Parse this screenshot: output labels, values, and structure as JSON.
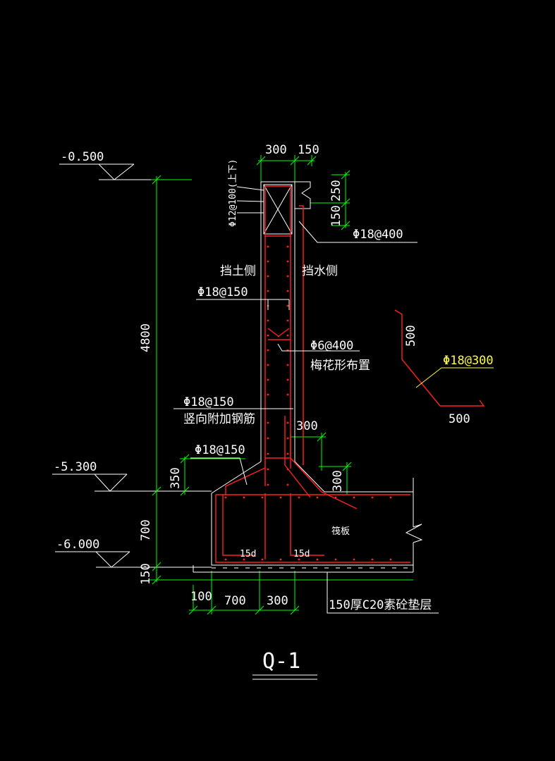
{
  "drawing": {
    "title": "Q-1",
    "colors": {
      "background": "#000000",
      "outline": "#ffffff",
      "dimension": "#00ff00",
      "rebar": "#ff2020",
      "highlight": "#ffff33"
    },
    "elevations": [
      "-0.500",
      "-5.300",
      "-6.000"
    ],
    "dimensions": {
      "top_width_1": "300",
      "top_width_2": "150",
      "notch_250": "250",
      "notch_150": "150",
      "height_total": "4800",
      "haunch_350": "350",
      "base_700": "700",
      "cushion_150": "150",
      "bottom_100": "100",
      "bottom_700": "700",
      "bottom_300": "300",
      "haunch_300_h": "300",
      "haunch_300_v": "300",
      "detail_500_v": "500",
      "detail_500_h": "500",
      "anchor_15d_1": "15d",
      "anchor_15d_2": "15d"
    },
    "labels": {
      "top_rebar": "Φ12@100(上下)",
      "right_rebar": "Φ18@400",
      "soil_side": "挡土侧",
      "water_side": "挡水侧",
      "left_rebar": "Φ18@150",
      "tie_rebar": "Φ6@400",
      "tie_note": "梅花形布置",
      "vertical_rebar": "Φ18@150",
      "vertical_note": "竖向附加钢筋",
      "base_rebar": "Φ18@150",
      "raft": "筏板",
      "cushion_note": "150厚C20素砼垫层",
      "detail_rebar": "Φ18@300"
    }
  }
}
